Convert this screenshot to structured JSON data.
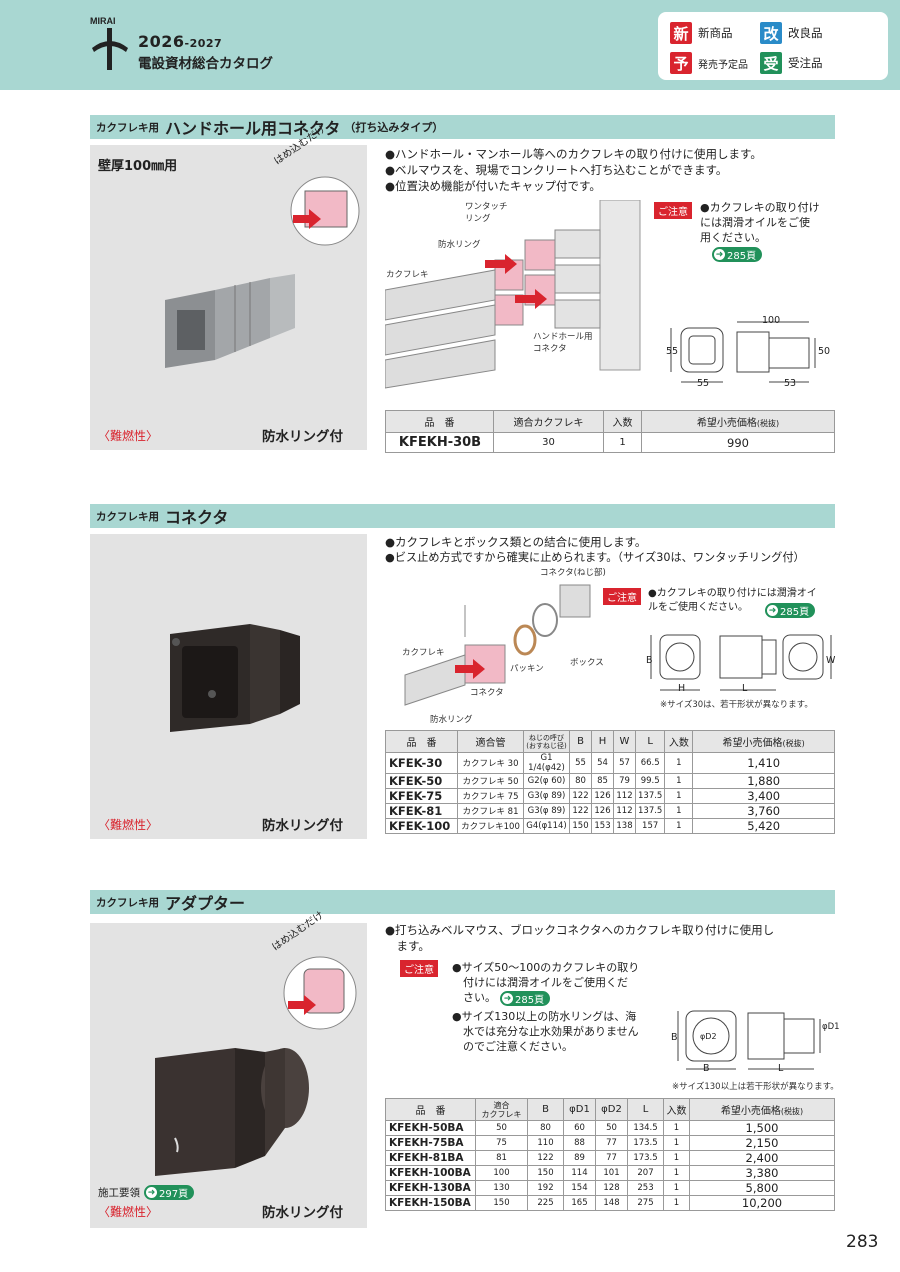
{
  "header": {
    "year": "2026",
    "year_suffix": "-2027",
    "title": "電設資材総合カタログ",
    "logo_text": "MIRAI",
    "legend": [
      {
        "mark": "新",
        "label": "新商品"
      },
      {
        "mark": "改",
        "label": "改良品"
      },
      {
        "mark": "予",
        "label": "発売予定品"
      },
      {
        "mark": "受",
        "label": "受注品"
      }
    ]
  },
  "sections": {
    "s1": {
      "bar_small": "カクフレキ用",
      "bar_title": "ハンドホール用コネクタ",
      "bar_sub": "（打ち込みタイプ）",
      "wall": "壁厚100㎜用",
      "hame": "はめ込むだけ",
      "fire": "〈難燃性〉",
      "ring": "防水リング付",
      "bullets": [
        "●ハンドホール・マンホール等へのカクフレキの取り付けに使用します。",
        "●ベルマウスを、現場でコンクリートへ打ち込むことができます。",
        "●位置決め機能が付いたキャップ付です。"
      ],
      "labels": {
        "onetouch": "ワンタッチ",
        "onetouch2": "リング",
        "waterproof": "防水リング",
        "kaku": "カクフレキ",
        "hh": "ハンドホール用",
        "hh2": "コネクタ"
      },
      "note_tag": "ご注意",
      "note": [
        "●カクフレキの取り付け",
        "には潤滑オイルをご使",
        "用ください。"
      ],
      "ref": "285頁",
      "dims": {
        "d100": "100",
        "d55a": "55",
        "d55b": "55",
        "d50": "50",
        "d53": "53"
      },
      "table": {
        "headers": [
          "品　番",
          "適合カクフレキ",
          "入数",
          "希望小売価格"
        ],
        "tax": "(税抜)",
        "rows": [
          [
            "KFEKH-30B",
            "30",
            "1",
            "990"
          ]
        ]
      }
    },
    "s2": {
      "bar_small": "カクフレキ用",
      "bar_title": "コネクタ",
      "fire": "〈難燃性〉",
      "ring": "防水リング付",
      "bullets": [
        "●カクフレキとボックス類との結合に使用します。",
        "●ビス止め方式ですから確実に止められます。（サイズ30は、ワンタッチリング付）"
      ],
      "labels": {
        "screw": "コネクタ(ねじ部)",
        "kaku": "カクフレキ",
        "packin": "パッキン",
        "box": "ボックス",
        "conn": "コネクタ",
        "ring": "防水リング"
      },
      "note_tag": "ご注意",
      "note": [
        "●カクフレキの取り付けには潤滑オイ",
        "ルをご使用ください。"
      ],
      "ref": "285頁",
      "dims": {
        "B": "B",
        "H": "H",
        "L": "L",
        "W": "W"
      },
      "dim_note": "※サイズ30は、若干形状が異なります。",
      "table": {
        "headers": [
          "品　番",
          "適合管",
          "ねじの呼び",
          "(おすねじ径)",
          "B",
          "H",
          "W",
          "L",
          "入数",
          "希望小売価格"
        ],
        "tax": "(税抜)",
        "rows": [
          [
            "KFEK-30",
            "カクフレキ 30",
            "G1 1/4(φ42)",
            "55",
            "54",
            "57",
            "66.5",
            "1",
            "1,410"
          ],
          [
            "KFEK-50",
            "カクフレキ 50",
            "G2(φ 60)",
            "80",
            "85",
            "79",
            "99.5",
            "1",
            "1,880"
          ],
          [
            "KFEK-75",
            "カクフレキ 75",
            "G3(φ 89)",
            "122",
            "126",
            "112",
            "137.5",
            "1",
            "3,400"
          ],
          [
            "KFEK-81",
            "カクフレキ 81",
            "G3(φ 89)",
            "122",
            "126",
            "112",
            "137.5",
            "1",
            "3,760"
          ],
          [
            "KFEK-100",
            "カクフレキ100",
            "G4(φ114)",
            "150",
            "153",
            "138",
            "157",
            "1",
            "5,420"
          ]
        ]
      }
    },
    "s3": {
      "bar_small": "カクフレキ用",
      "bar_title": "アダプター",
      "hame": "はめ込むだけ",
      "sekou": "施工要領",
      "sekou_ref": "297頁",
      "fire": "〈難燃性〉",
      "ring": "防水リング付",
      "bullets": [
        "●打ち込みベルマウス、ブロックコネクタへのカクフレキ取り付けに使用し",
        "　ます。"
      ],
      "note_tag": "ご注意",
      "notes": [
        "●サイズ50～100のカクフレキの取り",
        "　付けには潤滑オイルをご使用くだ",
        "　さい。",
        "●サイズ130以上の防水リングは、海",
        "　水では充分な止水効果がありません",
        "　のでご注意ください。"
      ],
      "ref": "285頁",
      "dims": {
        "B1": "B",
        "B2": "B",
        "L": "L",
        "D1": "φD1",
        "D2": "φD2"
      },
      "dim_note": "※サイズ130以上は若干形状が異なります。",
      "table": {
        "headers": [
          "品　番",
          "適合",
          "カクフレキ",
          "B",
          "φD1",
          "φD2",
          "L",
          "入数",
          "希望小売価格"
        ],
        "tax": "(税抜)",
        "rows": [
          [
            "KFEKH-50BA",
            "50",
            "80",
            "60",
            "50",
            "134.5",
            "1",
            "1,500"
          ],
          [
            "KFEKH-75BA",
            "75",
            "110",
            "88",
            "77",
            "173.5",
            "1",
            "2,150"
          ],
          [
            "KFEKH-81BA",
            "81",
            "122",
            "89",
            "77",
            "173.5",
            "1",
            "2,400"
          ],
          [
            "KFEKH-100BA",
            "100",
            "150",
            "114",
            "101",
            "207",
            "1",
            "3,380"
          ],
          [
            "KFEKH-130BA",
            "130",
            "192",
            "154",
            "128",
            "253",
            "1",
            "5,800"
          ],
          [
            "KFEKH-150BA",
            "150",
            "225",
            "165",
            "148",
            "275",
            "1",
            "10,200"
          ]
        ]
      }
    }
  },
  "page_number": "283"
}
